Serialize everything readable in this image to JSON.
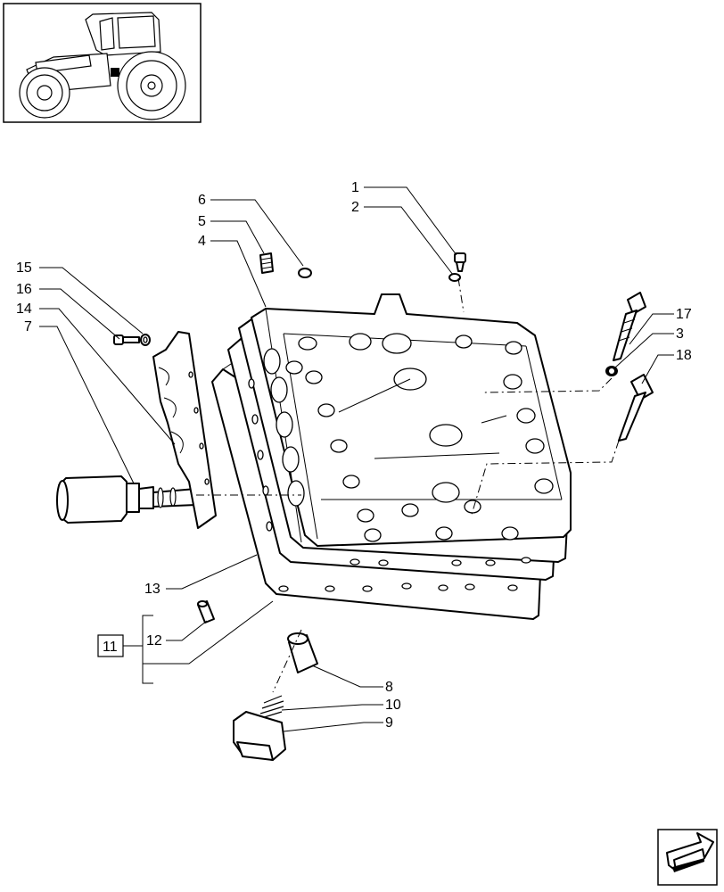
{
  "labels": {
    "p1": "1",
    "p2": "2",
    "p3": "3",
    "p4": "4",
    "p5": "5",
    "p6": "6",
    "p7": "7",
    "p8": "8",
    "p9": "9",
    "p10": "10",
    "p11": "11",
    "p12": "12",
    "p13": "13",
    "p14": "14",
    "p15": "15",
    "p16": "16",
    "p17": "17",
    "p18": "18"
  },
  "icons": {
    "thumbnail": "tractor-icon",
    "nav": "next-page-arrow-icon"
  }
}
